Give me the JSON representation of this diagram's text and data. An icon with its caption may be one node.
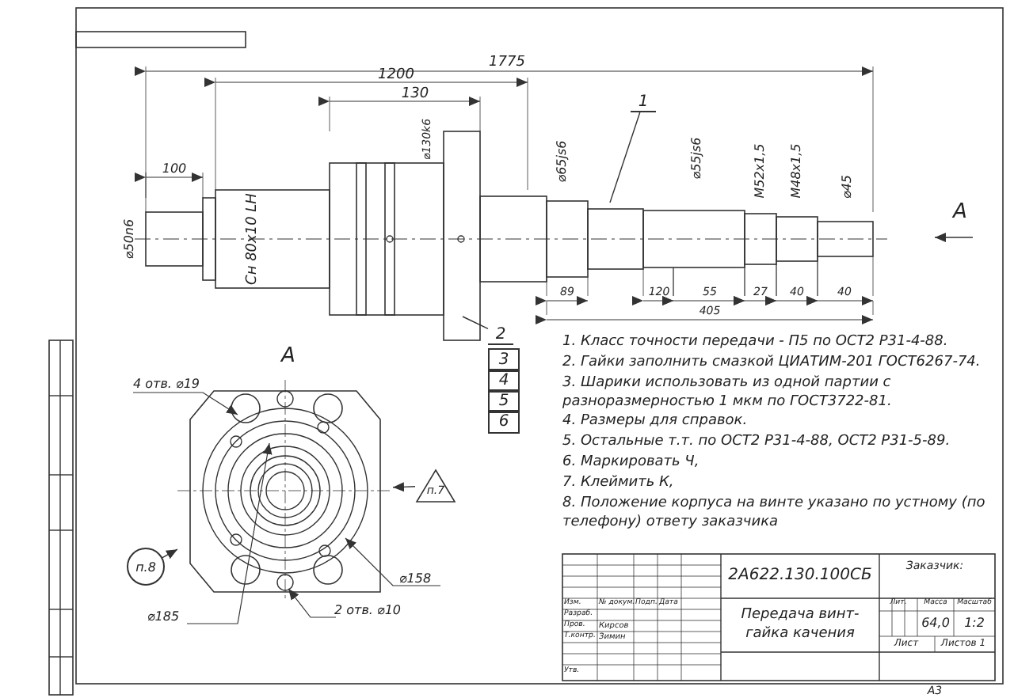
{
  "diagram": {
    "nodes": [
      {
        "text": [
          "1"
        ]
      },
      {
        "text": [
          "2"
        ]
      },
      {
        "text": [
          "3"
        ]
      },
      {
        "text": [
          "4"
        ]
      },
      {
        "text": [
          "5"
        ]
      },
      {
        "text": [
          "6"
        ]
      },
      {
        "text": [],
        "shape": "picture"
      },
      {
        "text": [
          "п.7"
        ]
      },
      {
        "text": [
          "п.8"
        ]
      }
    ],
    "edges": [
      {
        "from": 0,
        "to": null,
        "arrow": "none"
      },
      {
        "from": 1,
        "to": null,
        "arrow": "none"
      },
      {
        "from": 7,
        "to": 6,
        "arrow": "to"
      },
      {
        "from": 8,
        "to": 6,
        "arrow": "to"
      }
    ],
    "labels": [
      "1775",
      "1200",
      "130",
      "100",
      "⌀50n6",
      "Сн 80х10 LH",
      "⌀130k6",
      "⌀65js6",
      "⌀55js6",
      "М52х1,5",
      "М48х1,5",
      "⌀45",
      "A",
      "89",
      "120",
      "55",
      "27",
      "40",
      "40",
      "405",
      "A",
      "1. Класс точности передачи - П5 по ОСТ2 Р31-4-88.",
      "2. Гайки заполнить смазкой ЦИАТИМ-201 ГОСТ6267-74.",
      "3. Шарики использовать из одной партии с разноразмерностью 1 мкм по ГОСТ3722-81.",
      "4. Размеры для справок.",
      "5. Остальные т.т. по ОСТ2 Р31-4-88, ОСТ2 Р31-5-89.",
      "6. Маркировать Ч,",
      "7. Клеймить К,",
      "8. Положение корпуса на винте указано по устному (по телефону) ответу заказчика",
      "4 отв. ⌀19",
      "⌀158",
      "⌀185",
      "2 отв. ⌀10",
      "2А622.130.100СБ",
      "Заказчик:",
      "Изм.",
      "№ докум.",
      "Подп.",
      "Дата",
      "Передача винт-гайка качения",
      "Лит.",
      "Масса",
      "Масштаб",
      "Разраб.",
      "Пров.",
      "Кирсов",
      "Т.контр.",
      "Зимин",
      "64,0",
      "1:2",
      "Лист",
      "Листов 1",
      "Утв.",
      "А3"
    ]
  }
}
